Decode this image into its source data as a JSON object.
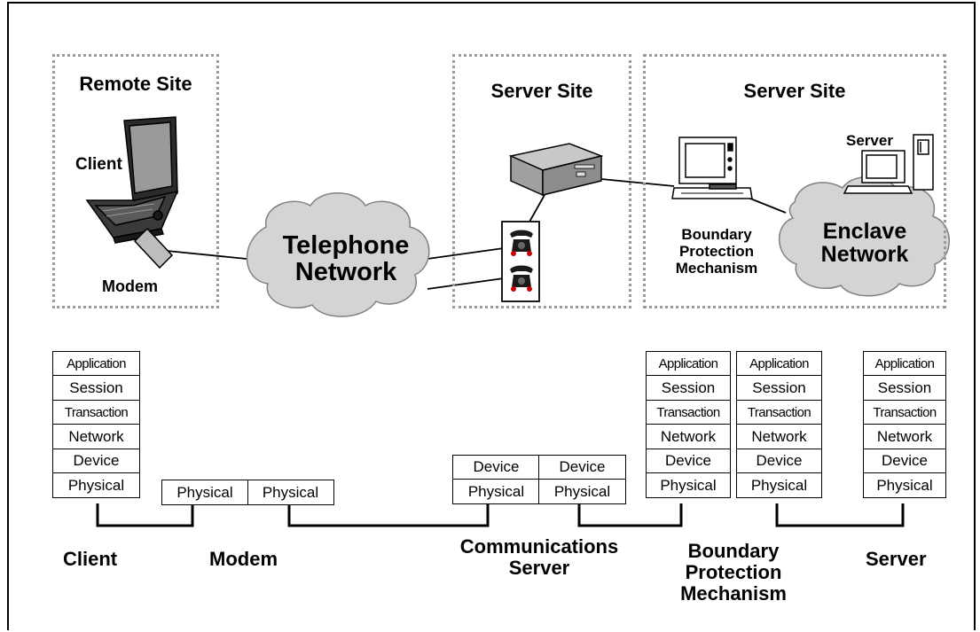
{
  "sites": {
    "remote": "Remote Site",
    "server1": "Server Site",
    "server2": "Server Site"
  },
  "labels": {
    "client": "Client",
    "modem": "Modem",
    "server": "Server",
    "bpm": [
      "Boundary",
      "Protection",
      "Mechanism"
    ]
  },
  "clouds": {
    "telephone": [
      "Telephone",
      "Network"
    ],
    "enclave": [
      "Enclave",
      "Network"
    ]
  },
  "stacks": {
    "client": [
      "Application",
      "Session",
      "Transaction",
      "Network",
      "Device",
      "Physical"
    ],
    "modem": [
      "Physical",
      "Physical"
    ],
    "comm_server": {
      "left": [
        "Device",
        "Physical"
      ],
      "right": [
        "Device",
        "Physical"
      ]
    },
    "bpm_left": [
      "Application",
      "Session",
      "Transaction",
      "Network",
      "Device",
      "Physical"
    ],
    "bpm_right": [
      "Application",
      "Session",
      "Transaction",
      "Network",
      "Device",
      "Physical"
    ],
    "server": [
      "Application",
      "Session",
      "Transaction",
      "Network",
      "Device",
      "Physical"
    ]
  },
  "bottom_labels": {
    "client": "Client",
    "modem": "Modem",
    "comm_server": [
      "Communications",
      "Server"
    ],
    "bpm": [
      "Boundary",
      "Protection",
      "Mechanism"
    ],
    "server": "Server"
  },
  "colors": {
    "cloud": "#d4d4d4",
    "site_border": "#9a9a9a",
    "phone_red": "#cc0000"
  },
  "icons": [
    "laptop-icon",
    "modem-icon",
    "router-icon",
    "telephone-icon",
    "workstation-icon",
    "tower-pc-icon"
  ]
}
